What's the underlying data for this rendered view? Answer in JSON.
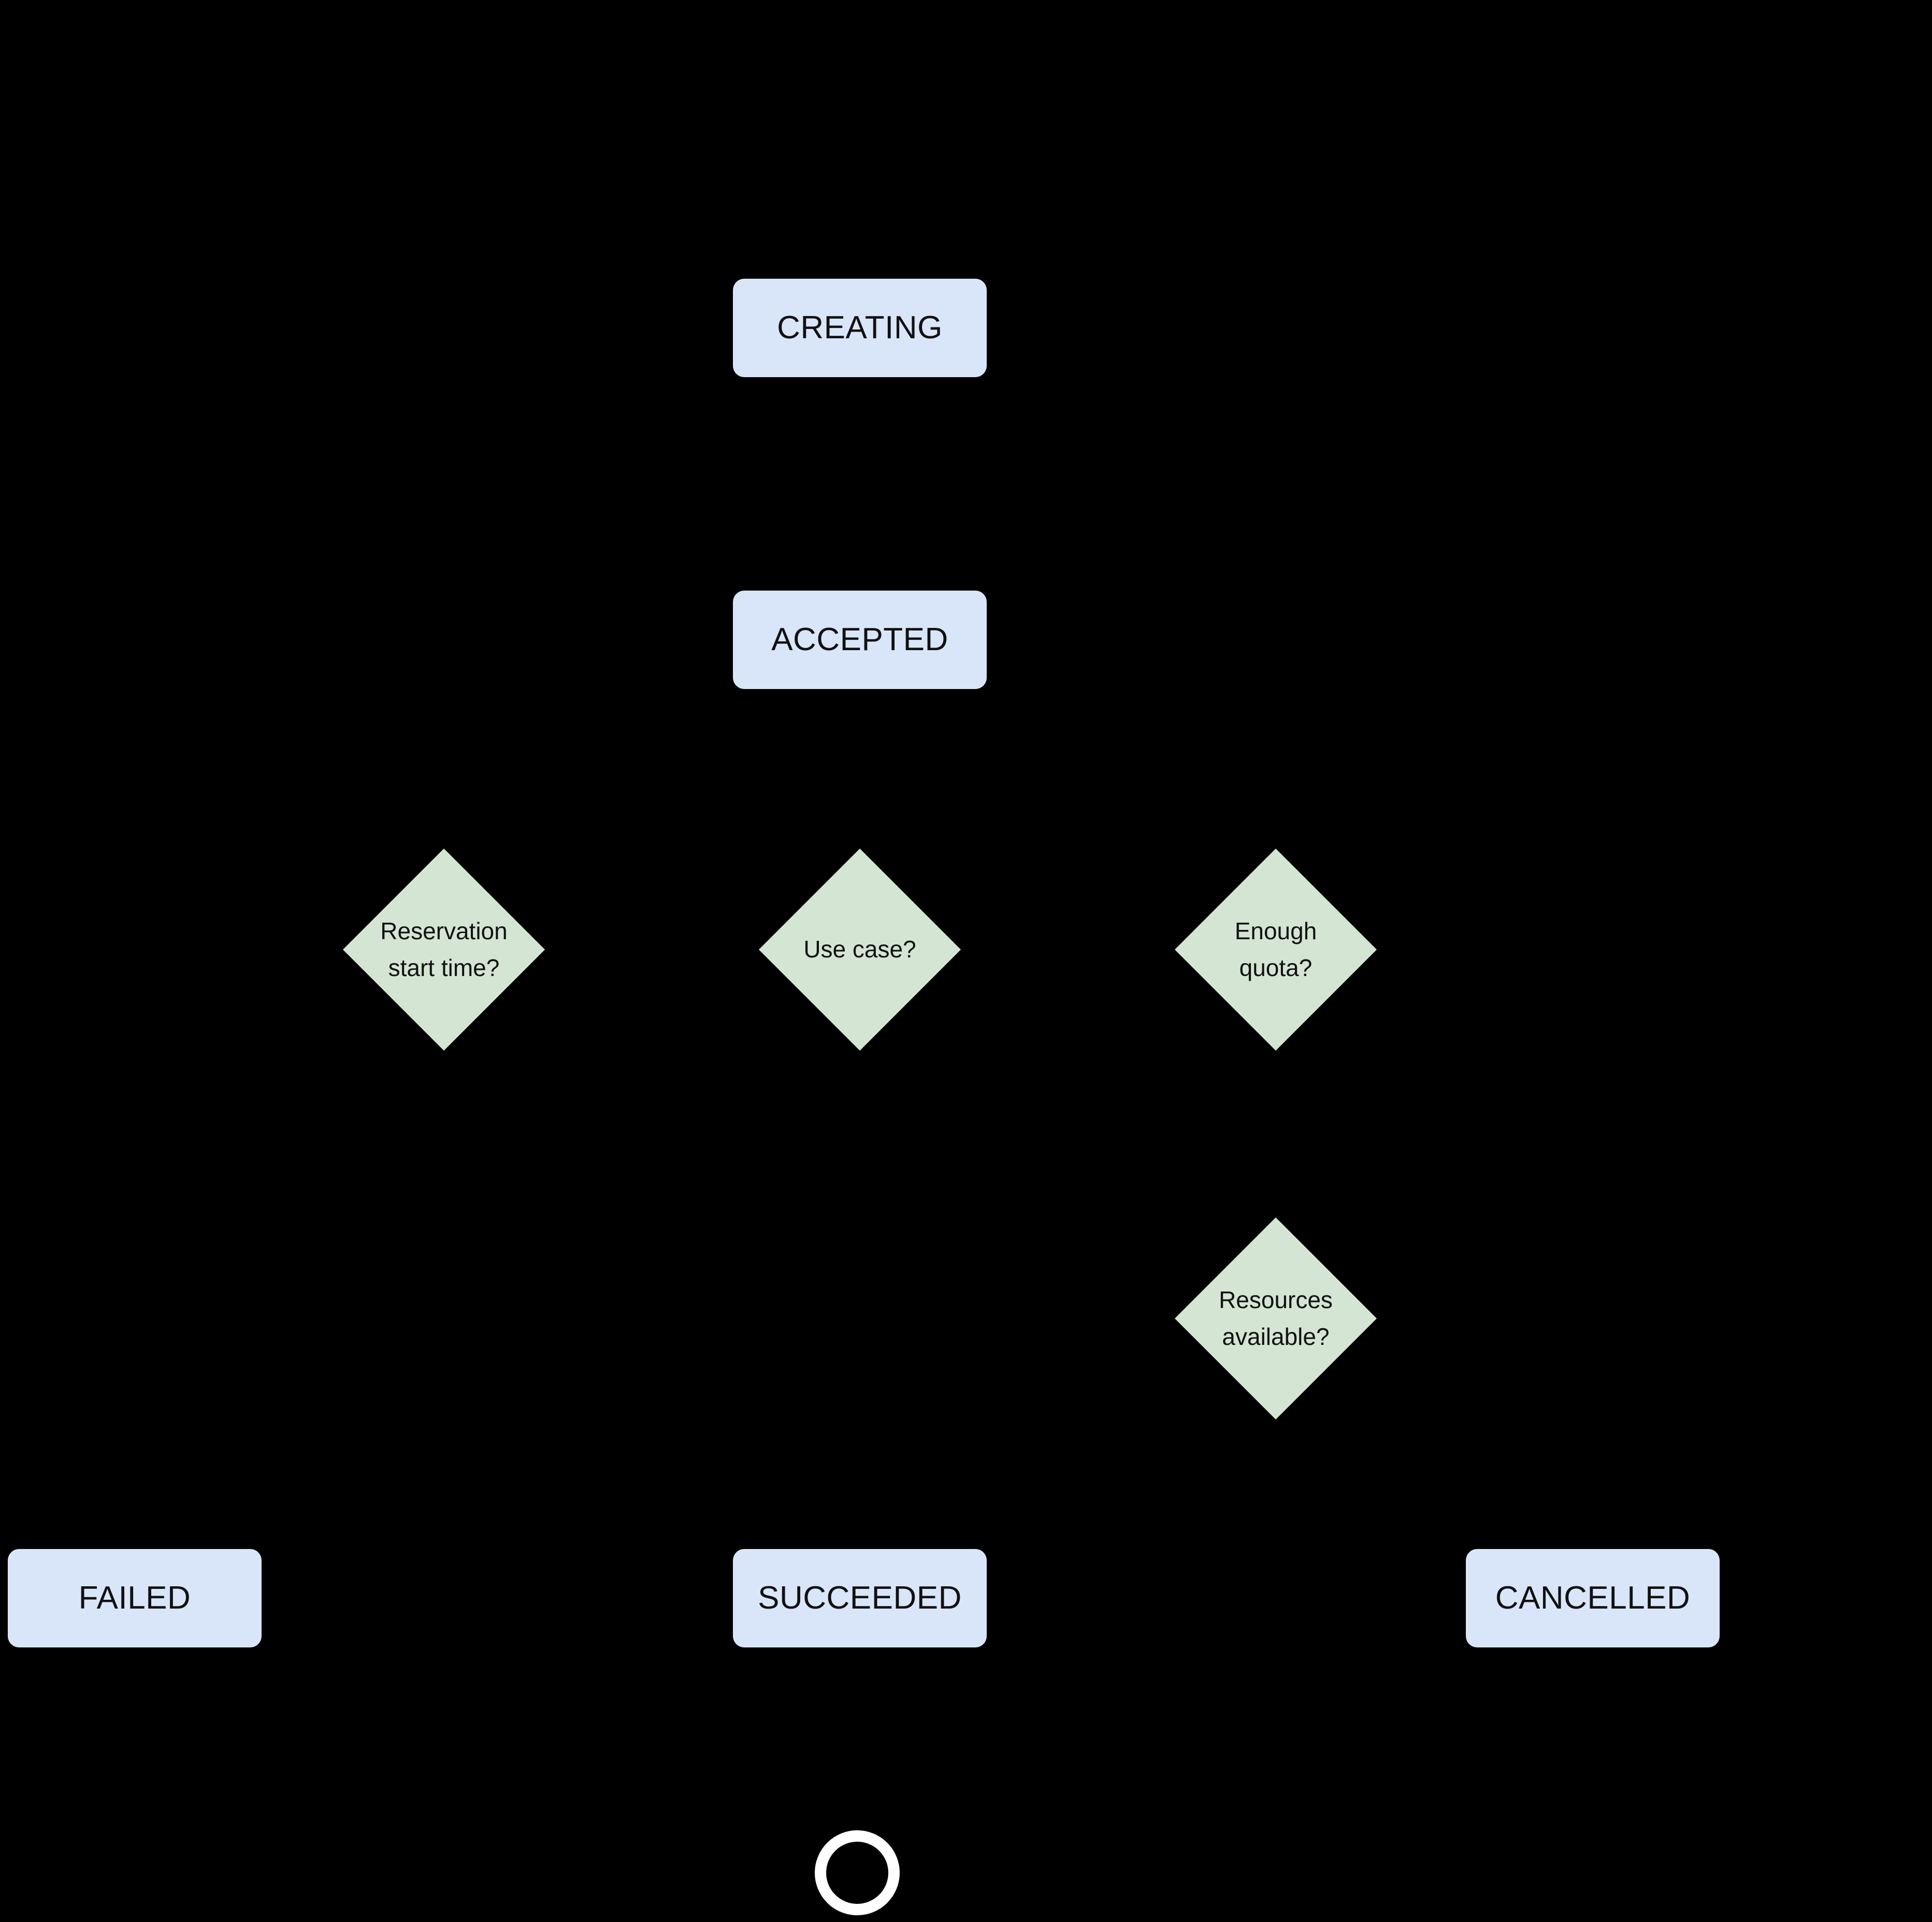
{
  "diagram": {
    "background_color": "#000000",
    "state_fill": "#d9e6fa",
    "decision_fill": "#d4e6d3",
    "terminal_stroke": "#ffffff",
    "text_color": "#111111",
    "edge_color": "#000000"
  },
  "states": [
    {
      "id": "creating",
      "label": "CREATING"
    },
    {
      "id": "accepted",
      "label": "ACCEPTED"
    },
    {
      "id": "failed",
      "label": "FAILED"
    },
    {
      "id": "succeeded",
      "label": "SUCCEEDED"
    },
    {
      "id": "cancelled",
      "label": "CANCELLED"
    }
  ],
  "decisions": [
    {
      "id": "reservation-start-time",
      "label": "Reservation\nstart time?"
    },
    {
      "id": "use-case",
      "label": "Use case?"
    },
    {
      "id": "enough-quota",
      "label": "Enough\nquota?"
    },
    {
      "id": "resources-available",
      "label": "Resources\navailable?"
    }
  ],
  "terminal": {
    "id": "end-node",
    "label": ""
  },
  "edges": [
    {
      "from": "creating",
      "to": "accepted",
      "label": ""
    },
    {
      "from": "accepted",
      "to": "reservation-start-time",
      "label": ""
    },
    {
      "from": "accepted",
      "to": "use-case",
      "label": ""
    },
    {
      "from": "accepted",
      "to": "enough-quota",
      "label": ""
    },
    {
      "from": "enough-quota",
      "to": "resources-available",
      "label": ""
    },
    {
      "from": "reservation-start-time",
      "to": "failed",
      "label": ""
    },
    {
      "from": "use-case",
      "to": "succeeded",
      "label": ""
    },
    {
      "from": "resources-available",
      "to": "cancelled",
      "label": ""
    },
    {
      "from": "succeeded",
      "to": "end-node",
      "label": ""
    }
  ]
}
